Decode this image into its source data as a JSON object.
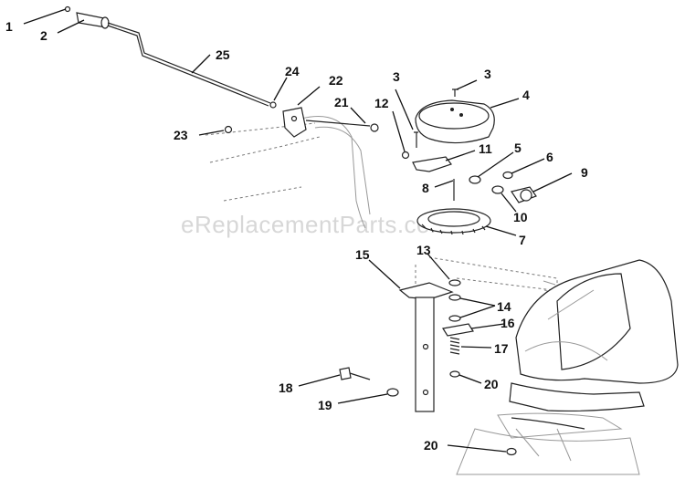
{
  "watermark": "eReplacementParts.com",
  "callouts": [
    "1",
    "2",
    "25",
    "24",
    "22",
    "21",
    "23",
    "3",
    "3",
    "4",
    "12",
    "11",
    "5",
    "6",
    "9",
    "8",
    "10",
    "7",
    "15",
    "13",
    "14",
    "16",
    "17",
    "18",
    "20",
    "19",
    "20"
  ]
}
